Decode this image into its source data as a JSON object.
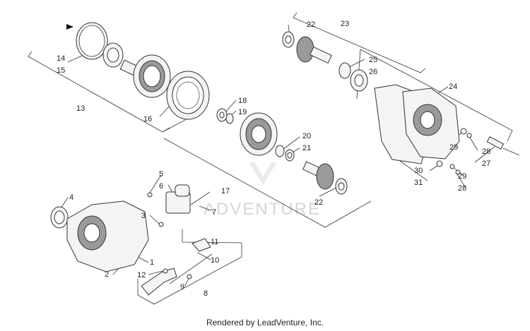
{
  "labels": {
    "n1": "1",
    "n2": "2",
    "n3": "3",
    "n4": "4",
    "n5": "5",
    "n6": "6",
    "n7": "7",
    "n8": "8",
    "n9": "9",
    "n10": "10",
    "n11": "11",
    "n12": "12",
    "n13": "13",
    "n14": "14",
    "n15": "15",
    "n16": "16",
    "n17": "17",
    "n18": "18",
    "n19": "19",
    "n20": "20",
    "n21": "21",
    "n22a": "22",
    "n22b": "22",
    "n23": "23",
    "n24": "24",
    "n25": "25",
    "n26": "26",
    "n27": "27",
    "n28a": "28",
    "n28b": "28",
    "n29a": "29",
    "n29b": "29",
    "n30": "30",
    "n31": "31"
  },
  "watermark": "ADVENTURE",
  "footer": "Rendered by LeadVenture, Inc."
}
